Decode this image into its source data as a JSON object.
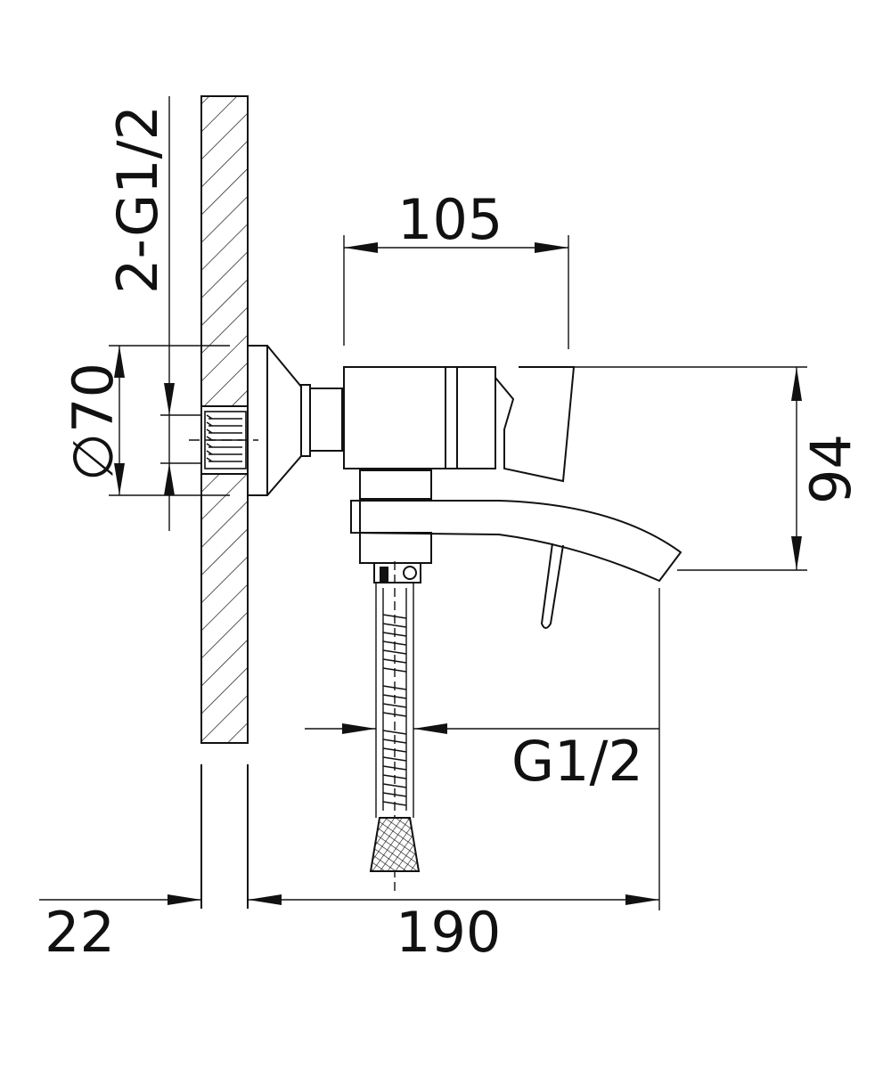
{
  "drawing": {
    "dimensions": {
      "inlet_thread": "2-G1/2",
      "flange_diameter": "∅70",
      "body_length": "105",
      "height": "94",
      "hose_thread": "G1/2",
      "wall_thickness": "22",
      "total_projection": "190"
    },
    "colors": {
      "line": "#111111",
      "background": "#ffffff"
    }
  }
}
